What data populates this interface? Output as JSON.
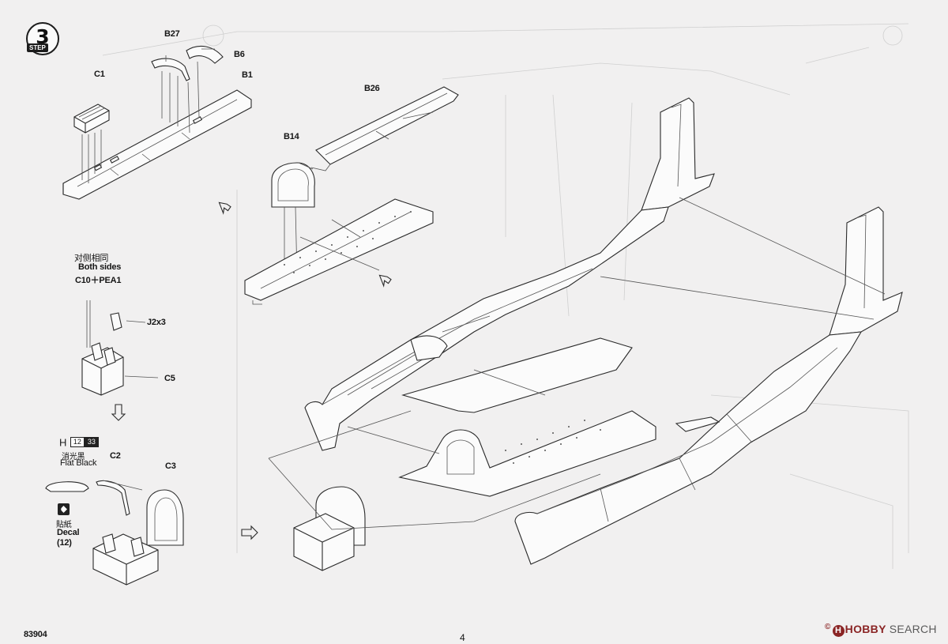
{
  "step": {
    "number": "3",
    "tag": "STEP"
  },
  "labels": {
    "b27": "B27",
    "b6": "B6",
    "b1": "B1",
    "c1": "C1",
    "b26": "B26",
    "b14": "B14",
    "both_sides_zh": "对侧相同",
    "both_sides_en": "Both sides",
    "c10_pea1": "C10＋PEA1",
    "j2x3": "J2x3",
    "c5": "C5",
    "c2": "C2",
    "c3": "C3"
  },
  "paint": {
    "h": "H",
    "code1": "12",
    "code2": "33",
    "name_zh": "消光黑",
    "name_en": "Flat Black"
  },
  "decal": {
    "zh": "貼紙",
    "en": "Decal",
    "num": "(12)"
  },
  "footer": {
    "code": "83904",
    "page": "4"
  },
  "watermark": {
    "copyright": "©",
    "brand": "HOBBY",
    "word": "SEARCH"
  },
  "icons": {
    "step": "step-badge-icon",
    "decal": "decal-icon",
    "arrows": "assembly-arrow-icon"
  }
}
